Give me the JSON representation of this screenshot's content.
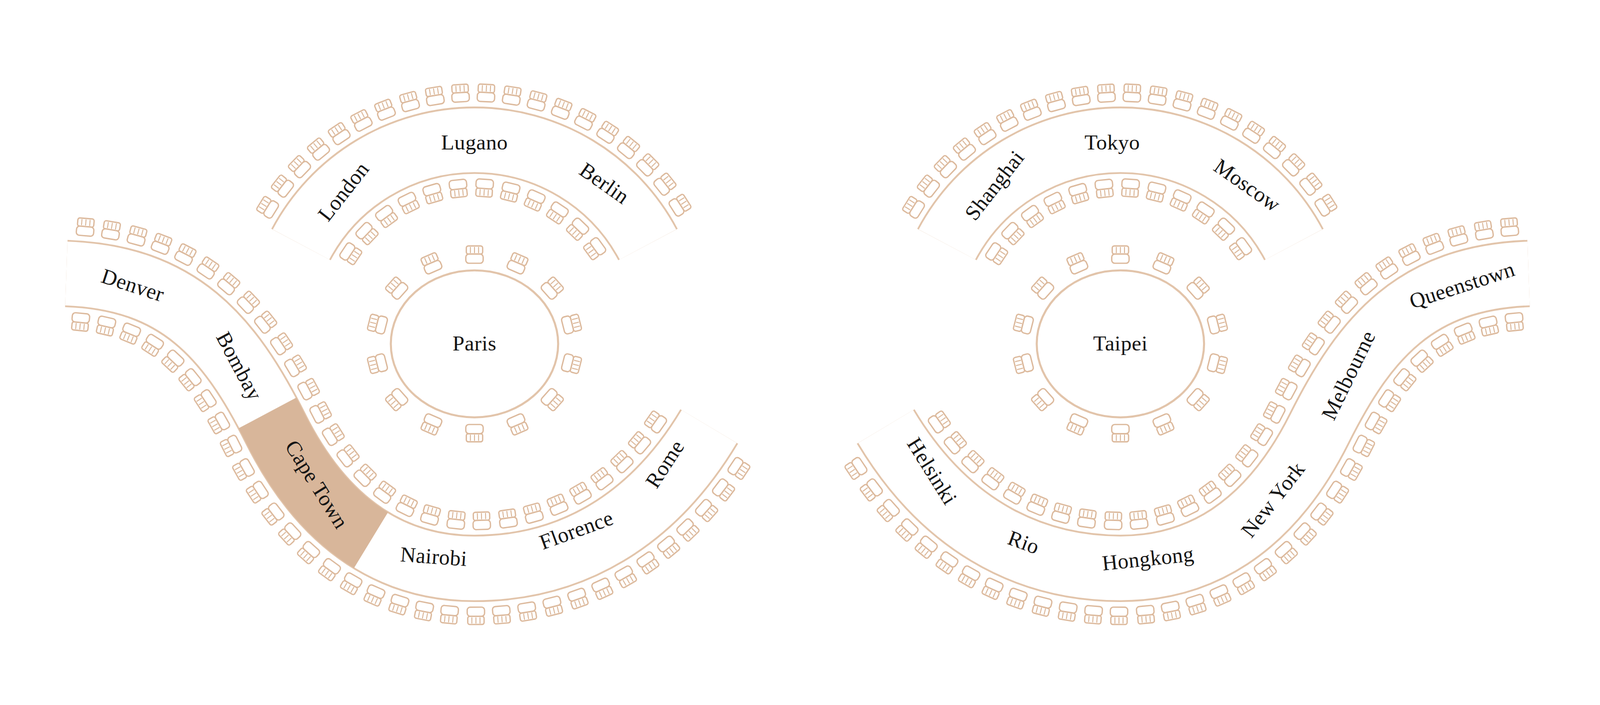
{
  "diagram": {
    "nodes": [
      {
        "text": [
          "London"
        ]
      },
      {
        "text": [
          "Lugano"
        ]
      },
      {
        "text": [
          "Berlin"
        ]
      },
      {
        "text": [
          "Paris"
        ]
      },
      {
        "text": [
          "Denver"
        ]
      },
      {
        "text": [
          "Bombay"
        ]
      },
      {
        "text": [
          "Cape Town"
        ]
      },
      {
        "text": [
          "Nairobi"
        ]
      },
      {
        "text": [
          "Florence"
        ]
      },
      {
        "text": [
          "Rome"
        ]
      },
      {
        "text": [
          "Shanghai"
        ]
      },
      {
        "text": [
          "Tokyo"
        ]
      },
      {
        "text": [
          "Moscow"
        ]
      },
      {
        "text": [
          "Taipei"
        ]
      },
      {
        "text": [
          "Queenstown"
        ]
      },
      {
        "text": [
          "Melbourne"
        ]
      },
      {
        "text": [
          "New York"
        ]
      },
      {
        "text": [
          "Hongkong"
        ]
      },
      {
        "text": [
          "Rio"
        ]
      },
      {
        "text": [
          "Helsinki"
        ]
      }
    ]
  }
}
